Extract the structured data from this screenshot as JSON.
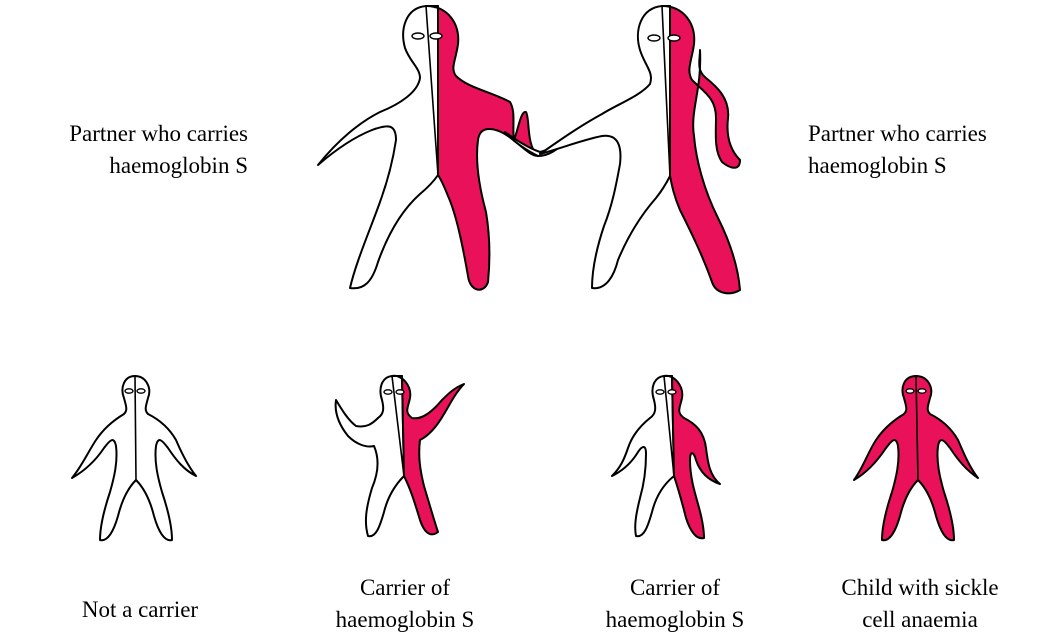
{
  "parents": {
    "left_label": [
      "Partner who carries",
      "haemoglobin S"
    ],
    "right_label": [
      "Partner who carries",
      "haemoglobin S"
    ]
  },
  "children": [
    {
      "lines": [
        "Not a carrier"
      ],
      "status": "non-carrier"
    },
    {
      "lines": [
        "Carrier of",
        "haemoglobin S"
      ],
      "status": "carrier"
    },
    {
      "lines": [
        "Carrier of",
        "haemoglobin S"
      ],
      "status": "carrier"
    },
    {
      "lines": [
        "Child with sickle",
        "cell anaemia"
      ],
      "status": "affected"
    }
  ],
  "colors": {
    "hbs": "#e8115a",
    "normal": "#ffffff",
    "outline": "#000000"
  }
}
